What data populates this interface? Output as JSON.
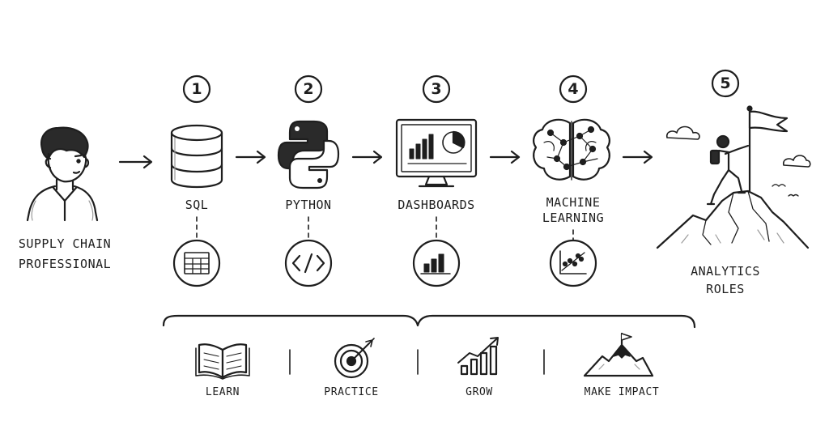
{
  "start": {
    "label_line1": "SUPPLY CHAIN",
    "label_line2": "PROFESSIONAL"
  },
  "steps": [
    {
      "number": "1",
      "label_line1": "SQL",
      "label_line2": "",
      "icon": "database-icon",
      "sub_icon": "table-icon"
    },
    {
      "number": "2",
      "label_line1": "PYTHON",
      "label_line2": "",
      "icon": "python-logo-icon",
      "sub_icon": "code-icon"
    },
    {
      "number": "3",
      "label_line1": "DASHBOARDS",
      "label_line2": "",
      "icon": "monitor-chart-icon",
      "sub_icon": "bar-chart-icon"
    },
    {
      "number": "4",
      "label_line1": "MACHINE",
      "label_line2": "LEARNING",
      "icon": "brain-network-icon",
      "sub_icon": "scatter-plot-icon"
    }
  ],
  "goal": {
    "number": "5",
    "label_line1": "ANALYTICS",
    "label_line2": "ROLES",
    "icon": "mountain-climber-flag-icon"
  },
  "principles": [
    {
      "label": "LEARN",
      "icon": "open-book-icon"
    },
    {
      "label": "PRACTICE",
      "icon": "target-arrow-icon"
    },
    {
      "label": "GROW",
      "icon": "growth-chart-icon"
    },
    {
      "label": "MAKE IMPACT",
      "icon": "mountain-flag-icon"
    }
  ],
  "colors": {
    "ink": "#1e1e1e",
    "paper": "#ffffff",
    "shade": "#9a9a9a"
  }
}
